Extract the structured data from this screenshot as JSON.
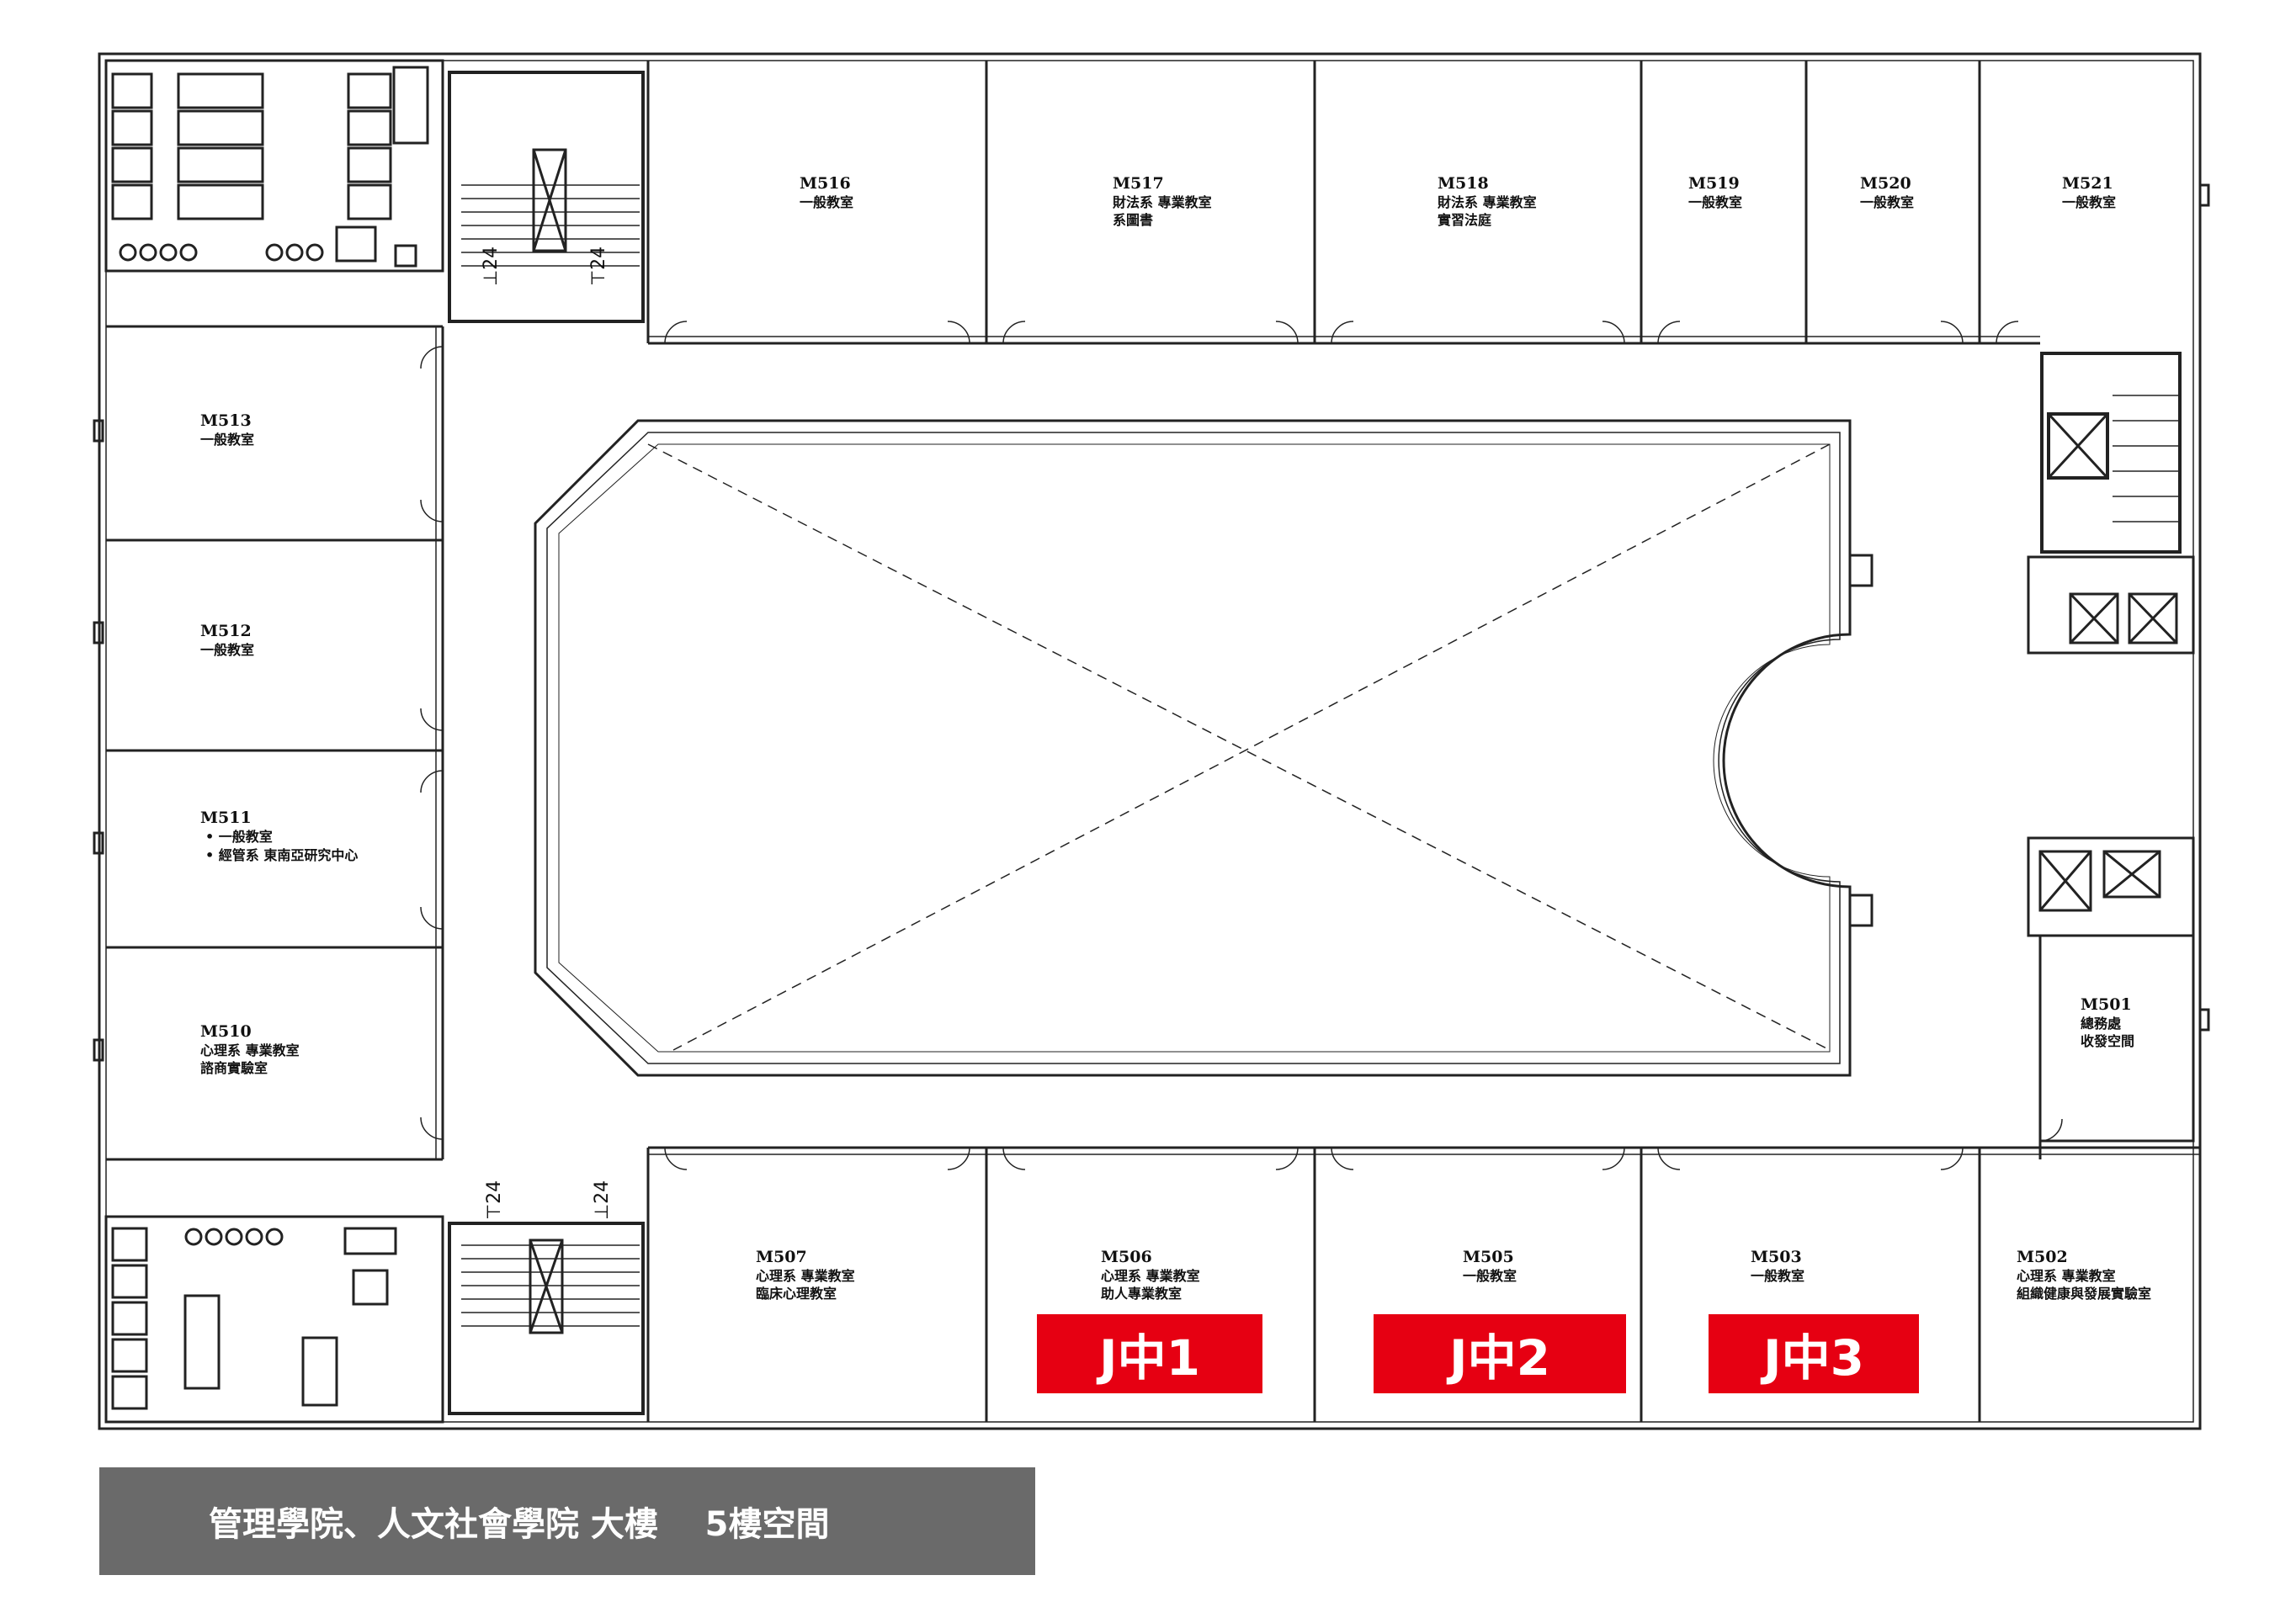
{
  "rooms": {
    "m516": {
      "code": "M516",
      "lines": [
        "一般教室"
      ]
    },
    "m517": {
      "code": "M517",
      "lines": [
        "財法系 專業教室",
        "系圖書"
      ]
    },
    "m518": {
      "code": "M518",
      "lines": [
        "財法系 專業教室",
        "實習法庭"
      ]
    },
    "m519": {
      "code": "M519",
      "lines": [
        "一般教室"
      ]
    },
    "m520": {
      "code": "M520",
      "lines": [
        "一般教室"
      ]
    },
    "m521": {
      "code": "M521",
      "lines": [
        "一般教室"
      ]
    },
    "m513": {
      "code": "M513",
      "lines": [
        "一般教室"
      ]
    },
    "m512": {
      "code": "M512",
      "lines": [
        "一般教室"
      ]
    },
    "m511": {
      "code": "M511",
      "lines": [
        "• 一般教室",
        "• 經管系 東南亞研究中心"
      ]
    },
    "m510": {
      "code": "M510",
      "lines": [
        "心理系 專業教室",
        "諮商實驗室"
      ]
    },
    "m507": {
      "code": "M507",
      "lines": [
        "心理系 專業教室",
        "臨床心理教室"
      ]
    },
    "m506": {
      "code": "M506",
      "lines": [
        "心理系 專業教室",
        "助人專業教室"
      ]
    },
    "m505": {
      "code": "M505",
      "lines": [
        "一般教室"
      ]
    },
    "m503": {
      "code": "M503",
      "lines": [
        "一般教室"
      ]
    },
    "m502": {
      "code": "M502",
      "lines": [
        "心理系 專業教室",
        "組織健康與發展實驗室"
      ]
    },
    "m501": {
      "code": "M501",
      "lines": [
        "總務處",
        "收發空間"
      ]
    }
  },
  "stair_marks": {
    "top_left": "⊥24",
    "top_right": "⊤24",
    "bottom_left": "⊤24",
    "bottom_right": "⊥24"
  },
  "tags": {
    "j1": "J中1",
    "j2": "J中2",
    "j3": "J中3"
  },
  "caption": "管理學院、人文社會學院 大樓    5樓空間",
  "colors": {
    "tag_red": "#e60012",
    "caption_gray": "#6a6a6a",
    "wall": "#222222"
  }
}
